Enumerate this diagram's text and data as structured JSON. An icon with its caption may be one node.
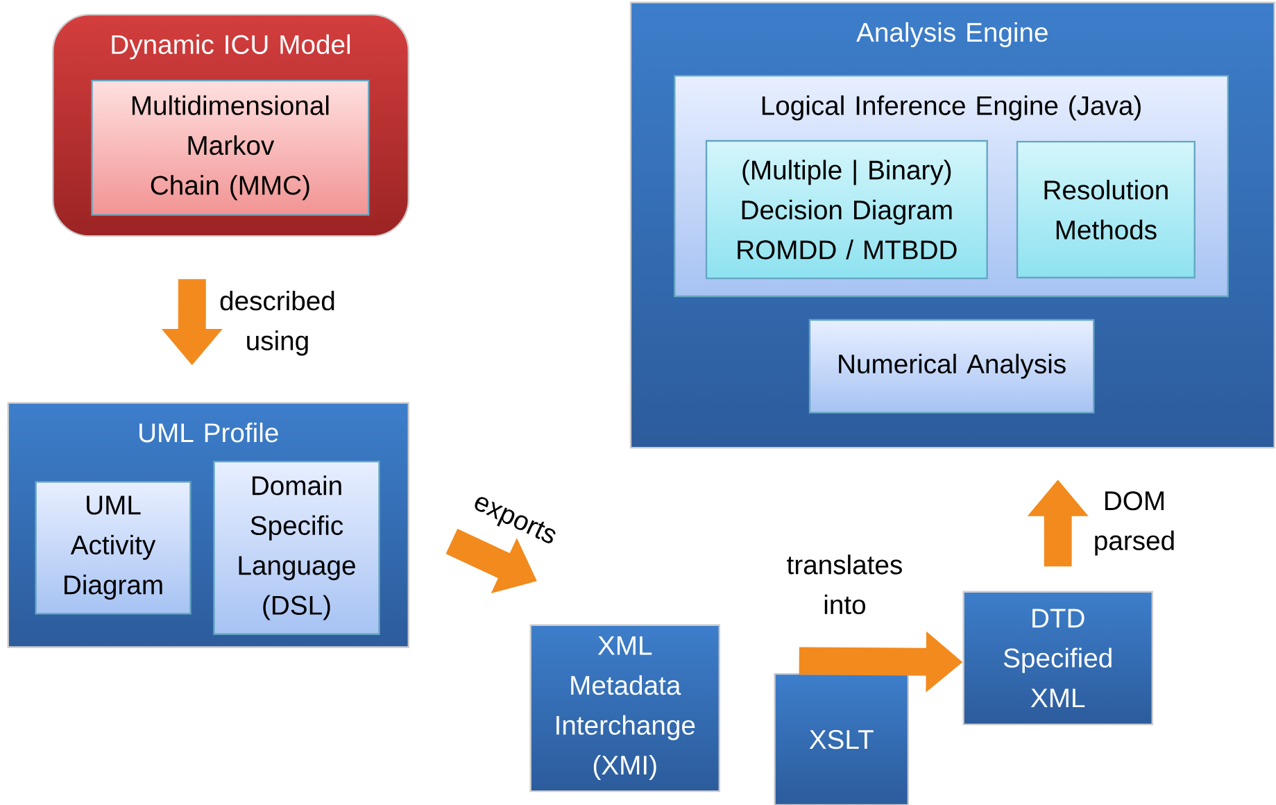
{
  "diagram": {
    "nodes": [
      {
        "text": [
          "Dynamic ICU Model"
        ]
      },
      {
        "text": [
          "Multidimensional Markov Chain (MMC)"
        ],
        "in": 0
      },
      {
        "text": [
          "UML Profile"
        ]
      },
      {
        "text": [
          "UML Activity Diagram"
        ],
        "in": 2
      },
      {
        "text": [
          "Domain Specific Language (DSL)"
        ],
        "in": 2
      },
      {
        "text": [
          "XML Metadata Interchange (XMI)"
        ]
      },
      {
        "text": [
          "XSLT"
        ]
      },
      {
        "text": [
          "DTD Specified XML"
        ]
      },
      {
        "text": [
          "Analysis Engine"
        ]
      },
      {
        "text": [
          "Logical Inference Engine (Java)"
        ],
        "in": 8
      },
      {
        "text": [
          "(Multiple | Binary) Decision Diagram ROMDD / MTBDD"
        ],
        "in": 9
      },
      {
        "text": [
          "Resolution Methods"
        ],
        "in": 9
      },
      {
        "text": [
          "Numerical Analysis"
        ],
        "in": 8
      }
    ],
    "edges": [
      {
        "from": 0,
        "to": 2,
        "arrow": "to",
        "label": "described using"
      },
      {
        "from": 2,
        "to": 5,
        "arrow": "to",
        "label": "exports"
      },
      {
        "from": 6,
        "to": 7,
        "arrow": "to",
        "label": "translates into"
      },
      {
        "from": 7,
        "to": 8,
        "arrow": "to",
        "label": "DOM parsed"
      }
    ]
  }
}
